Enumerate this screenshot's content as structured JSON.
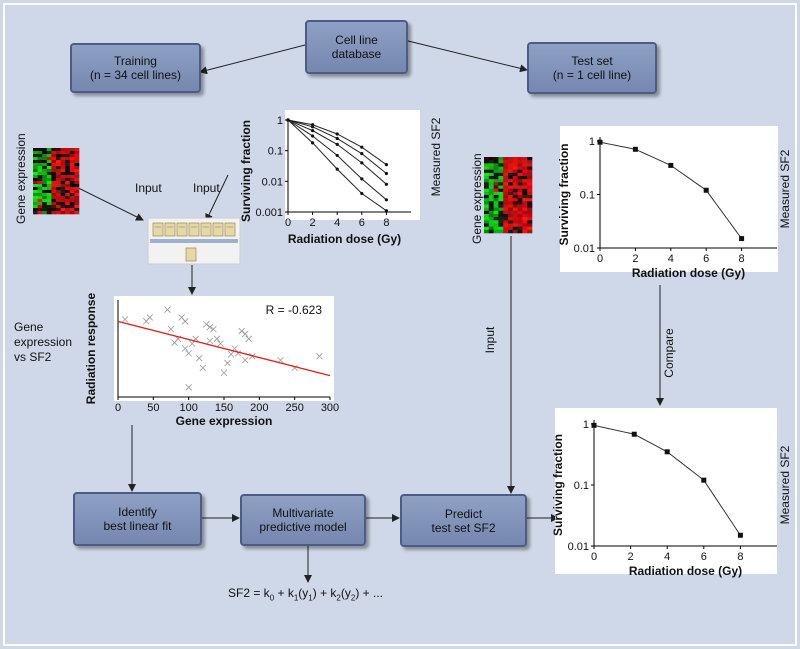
{
  "boxes": {
    "database": {
      "line1": "Cell line",
      "line2": "database"
    },
    "training": {
      "line1": "Training",
      "line2": "(n = 34 cell lines)"
    },
    "testset": {
      "line1": "Test set",
      "line2": "(n = 1 cell line)"
    },
    "identify": {
      "line1": "Identify",
      "line2": "best linear fit"
    },
    "model": {
      "line1": "Multivariate",
      "line2": "predictive model"
    },
    "predict": {
      "line1": "Predict",
      "line2": "test set SF2"
    }
  },
  "labels": {
    "gene_expression": "Gene expression",
    "input": "Input",
    "measured_sf2": "Measured SF2",
    "compare": "Compare",
    "gene_vs_sf2": [
      "Gene",
      "expression",
      "vs SF2"
    ],
    "formula": {
      "sf2": "SF2 = k",
      "k0": "0",
      "plus1": " + k",
      "k1": "1",
      "y1a": "(y",
      "y1": "1",
      "close1": ") + k",
      "k2": "2",
      "y2a": "(y",
      "y2": "2",
      "end": ") + ..."
    }
  },
  "chart_data": [
    {
      "type": "line",
      "name": "survival-curves-training",
      "xlabel": "Radiation dose (Gy)",
      "ylabel": "Surviving fraction",
      "y_scale": "log",
      "xlim": [
        0,
        10
      ],
      "ylim": [
        0.001,
        1
      ],
      "x_ticks": [
        0,
        2,
        4,
        6,
        8
      ],
      "y_ticks": [
        "1",
        "0.1",
        "0.01",
        "0.001"
      ],
      "series": [
        {
          "x": [
            0,
            2,
            4,
            6,
            8
          ],
          "y": [
            1,
            0.7,
            0.35,
            0.13,
            0.035
          ]
        },
        {
          "x": [
            0,
            2,
            4,
            6,
            8
          ],
          "y": [
            1,
            0.6,
            0.25,
            0.08,
            0.018
          ]
        },
        {
          "x": [
            0,
            2,
            4,
            6,
            8
          ],
          "y": [
            1,
            0.45,
            0.16,
            0.04,
            0.008
          ]
        },
        {
          "x": [
            0,
            2,
            4,
            6,
            8
          ],
          "y": [
            1,
            0.3,
            0.07,
            0.012,
            0.0025
          ]
        },
        {
          "x": [
            0,
            2,
            4,
            6,
            8
          ],
          "y": [
            1,
            0.18,
            0.025,
            0.004,
            0.0011
          ]
        }
      ]
    },
    {
      "type": "scatter",
      "name": "gene-expression-scatter",
      "xlabel": "Gene expression",
      "ylabel": "Radiation response",
      "annotation": "R = -0.623",
      "xlim": [
        0,
        300
      ],
      "ylim": [
        0,
        1
      ],
      "x_ticks": [
        0,
        50,
        100,
        150,
        200,
        250,
        300
      ],
      "points": [
        [
          10,
          0.8
        ],
        [
          40,
          0.78
        ],
        [
          45,
          0.82
        ],
        [
          70,
          0.9
        ],
        [
          75,
          0.7
        ],
        [
          80,
          0.56
        ],
        [
          85,
          0.6
        ],
        [
          90,
          0.82
        ],
        [
          95,
          0.78
        ],
        [
          95,
          0.5
        ],
        [
          100,
          0.45
        ],
        [
          100,
          0.1
        ],
        [
          105,
          0.55
        ],
        [
          110,
          0.6
        ],
        [
          115,
          0.4
        ],
        [
          120,
          0.3
        ],
        [
          125,
          0.75
        ],
        [
          130,
          0.72
        ],
        [
          130,
          0.58
        ],
        [
          135,
          0.7
        ],
        [
          140,
          0.6
        ],
        [
          145,
          0.55
        ],
        [
          150,
          0.25
        ],
        [
          155,
          0.35
        ],
        [
          160,
          0.44
        ],
        [
          165,
          0.5
        ],
        [
          170,
          0.45
        ],
        [
          175,
          0.68
        ],
        [
          180,
          0.65
        ],
        [
          180,
          0.38
        ],
        [
          185,
          0.6
        ],
        [
          190,
          0.42
        ],
        [
          230,
          0.38
        ],
        [
          250,
          0.3
        ],
        [
          285,
          0.42
        ]
      ],
      "fit_line": {
        "x": [
          0,
          300
        ],
        "y": [
          0.78,
          0.22
        ]
      }
    },
    {
      "type": "line",
      "name": "measured-sf2-test",
      "xlabel": "Radiation dose (Gy)",
      "ylabel": "Surviving fraction",
      "y_scale": "log",
      "xlim": [
        0,
        10
      ],
      "ylim": [
        0.01,
        1
      ],
      "x_ticks": [
        0,
        2,
        4,
        6,
        8
      ],
      "y_ticks": [
        "1",
        "0.1",
        "0.01"
      ],
      "series": [
        {
          "x": [
            0,
            2,
            4,
            6,
            8
          ],
          "y": [
            0.95,
            0.7,
            0.35,
            0.12,
            0.015
          ]
        }
      ]
    },
    {
      "type": "line",
      "name": "predicted-sf2-test",
      "xlabel": "Radiation dose (Gy)",
      "ylabel": "Surviving fraction",
      "y_scale": "log",
      "xlim": [
        0,
        10
      ],
      "ylim": [
        0.01,
        1
      ],
      "x_ticks": [
        0,
        2,
        4,
        6,
        8
      ],
      "y_ticks": [
        "1",
        "0.1",
        "0.01"
      ],
      "series": [
        {
          "x": [
            0,
            2.2,
            4,
            6,
            8
          ],
          "y": [
            0.95,
            0.68,
            0.35,
            0.12,
            0.015
          ]
        }
      ]
    }
  ]
}
